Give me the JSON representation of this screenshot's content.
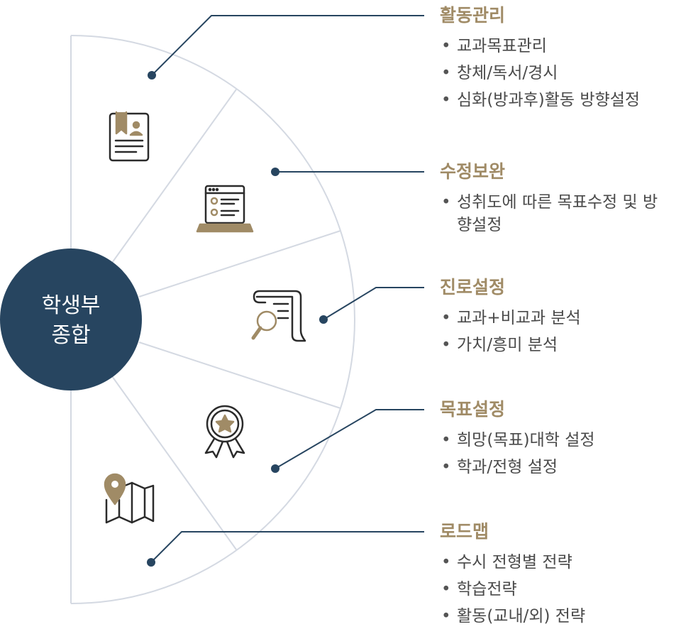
{
  "hub": {
    "line1": "학생부",
    "line2": "종합"
  },
  "sections": [
    {
      "title": "활동관리",
      "items": [
        "교과목표관리",
        "창체/독서/경시",
        "심화(방과후)활동 방향설정"
      ],
      "icon": "student-record-icon"
    },
    {
      "title": "수정보완",
      "items": [
        "성취도에 따른 목표수정 및 방향설정"
      ],
      "icon": "laptop-checklist-icon"
    },
    {
      "title": "진로설정",
      "items": [
        "교과+비교과 분석",
        "가치/흥미 분석"
      ],
      "icon": "scroll-magnifier-icon"
    },
    {
      "title": "목표설정",
      "items": [
        "희망(목표)대학 설정",
        "학과/전형 설정"
      ],
      "icon": "award-medal-icon"
    },
    {
      "title": "로드맵",
      "items": [
        "수시 전형별 전략",
        "학습전략",
        "활동(교내/외) 전략"
      ],
      "icon": "map-pin-icon"
    }
  ],
  "colors": {
    "hub": "#274560",
    "accent": "#a08b66",
    "line": "#d4d9e2",
    "connector": "#274560",
    "text": "#4a4a4a"
  }
}
